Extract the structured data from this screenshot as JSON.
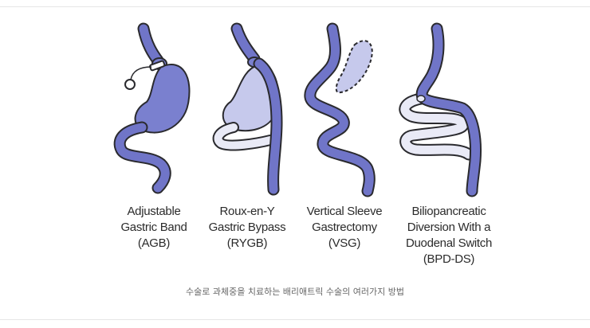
{
  "procedures": [
    {
      "lines": [
        "Adjustable",
        "Gastric Band",
        "(AGB)"
      ]
    },
    {
      "lines": [
        "Roux-en-Y",
        "Gastric Bypass",
        "(RYGB)"
      ]
    },
    {
      "lines": [
        "Vertical Sleeve",
        "Gastrectomy",
        "(VSG)"
      ]
    },
    {
      "lines": [
        "Biliopancreatic",
        "Diversion With a",
        "Duodenal Switch",
        "(BPD-DS)"
      ]
    }
  ],
  "caption": "수술로 과체중을 치료하는 배리애트릭 수술의 여러가지 방법",
  "colors": {
    "intestine": "#7075c8",
    "stomach": "#7a80cf",
    "pouch_light": "#c6c9ec",
    "bypassed": "#e9eaf6",
    "outline": "#2a2a2e"
  }
}
